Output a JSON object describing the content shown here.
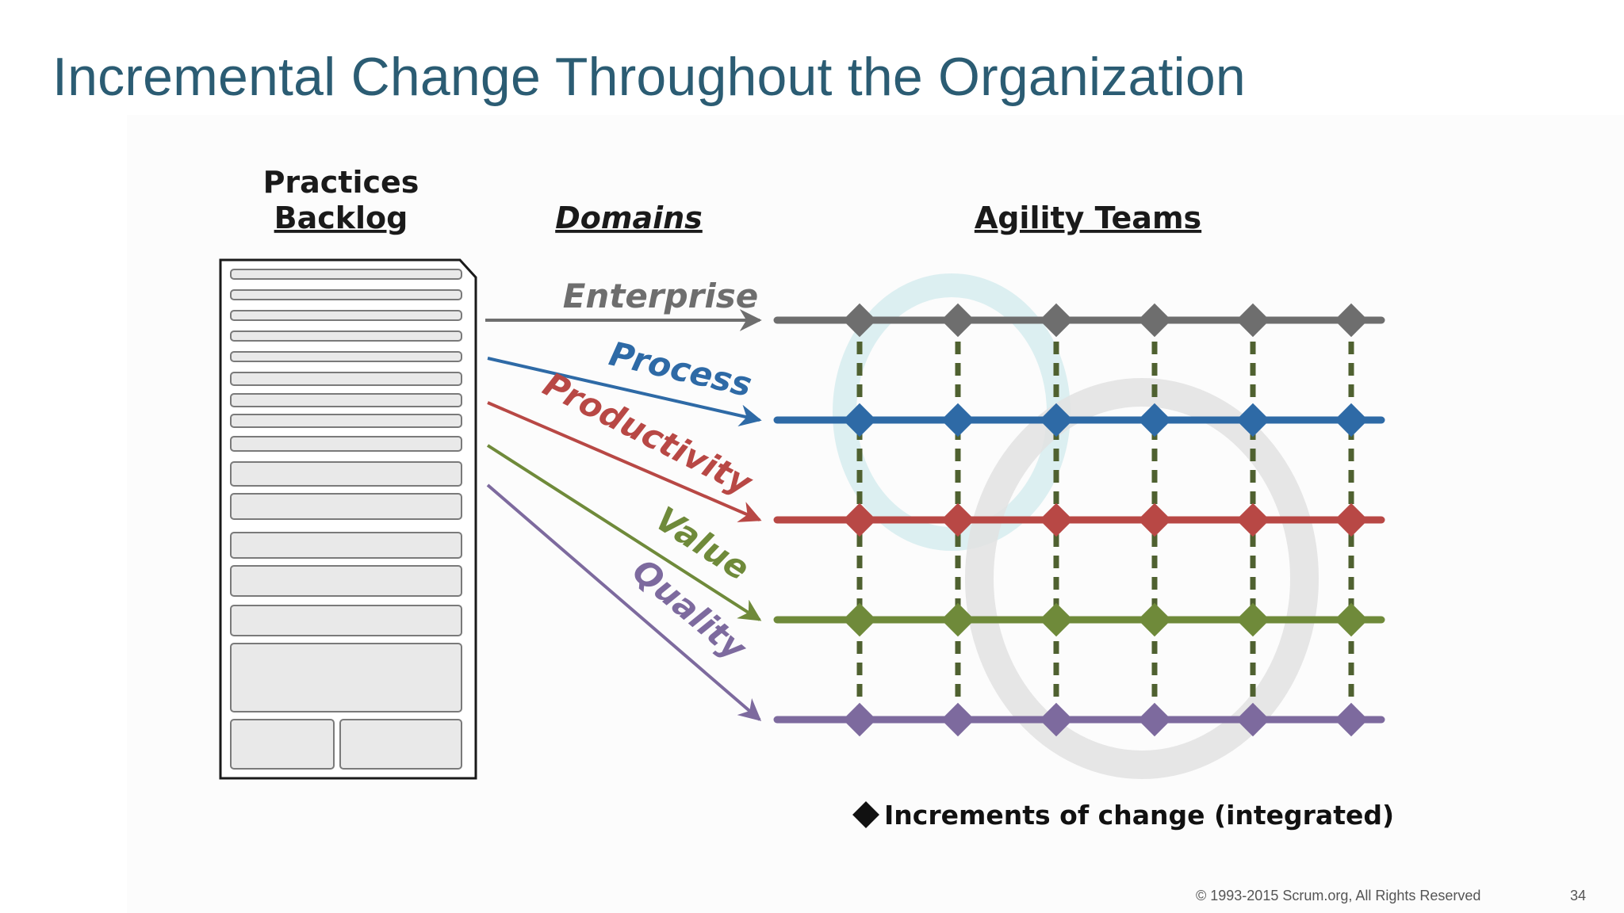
{
  "slide": {
    "title": "Incremental Change Throughout the Organization",
    "copyright": "© 1993-2015 Scrum.org, All Rights Reserved",
    "page_number": "34"
  },
  "diagram": {
    "backlog_label_line1": "Practices",
    "backlog_label_line2": "Backlog",
    "domains_label": "Domains",
    "teams_label": "Agility Teams",
    "legend_label": "Increments of change (integrated)",
    "domains": [
      {
        "name": "Enterprise",
        "color": "#6e6e6e"
      },
      {
        "name": "Process",
        "color": "#2e6aa6"
      },
      {
        "name": "Productivity",
        "color": "#b84845"
      },
      {
        "name": "Value",
        "color": "#6f8a3a"
      },
      {
        "name": "Quality",
        "color": "#7d6a9e"
      }
    ],
    "team_count": 6,
    "team_connector_color": "#4f6130",
    "swirl_colors": [
      "#d6ecef",
      "#e2e2e2"
    ]
  }
}
